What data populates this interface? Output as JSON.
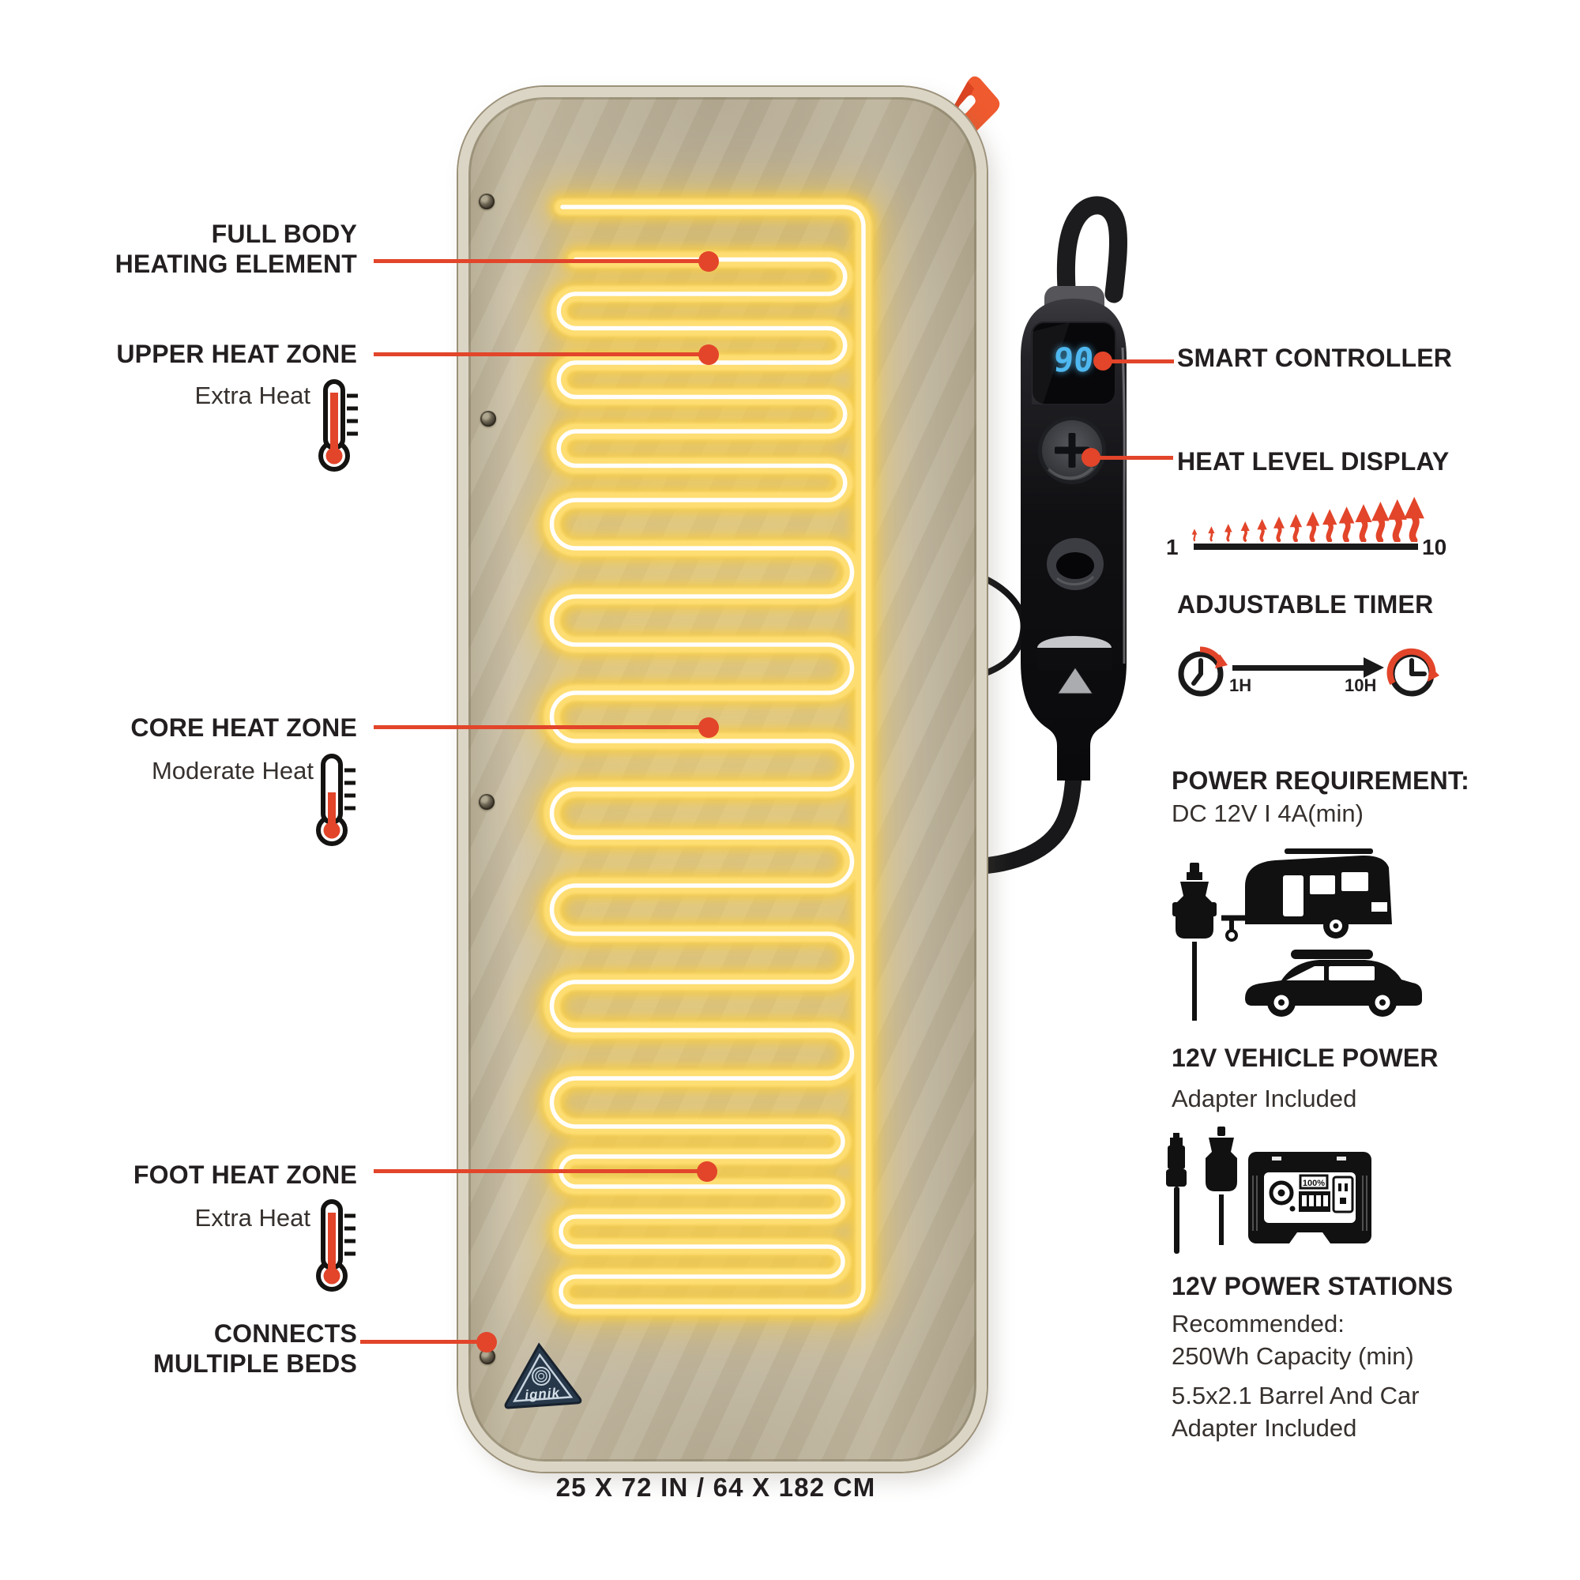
{
  "colors": {
    "accent": "#E2452A",
    "tag": "#EF5A2E",
    "pad_tan": "#CCC2AA",
    "element_yellow": "#F8CE45",
    "wire_white": "#FFFFFF",
    "display_blue": "#4FB8F0",
    "ink": "#231F20"
  },
  "pad": {
    "brand": "ignik",
    "dimensions": "25 X 72 IN / 64 X 182 CM"
  },
  "controller": {
    "heat_level": "90"
  },
  "callouts": {
    "full_body_1": "FULL BODY",
    "full_body_2": "HEATING ELEMENT",
    "upper_zone": "UPPER HEAT ZONE",
    "upper_sub": "Extra Heat",
    "core_zone": "CORE HEAT ZONE",
    "core_sub": "Moderate Heat",
    "foot_zone": "FOOT HEAT ZONE",
    "foot_sub": "Extra Heat",
    "connects_1": "CONNECTS",
    "connects_2": "MULTIPLE BEDS",
    "smart_controller": "SMART CONTROLLER",
    "heat_level_display": "HEAT LEVEL DISPLAY"
  },
  "heat_scale": {
    "min": "1",
    "max": "10",
    "flame_count": 14
  },
  "timer": {
    "title": "ADJUSTABLE TIMER",
    "from": "1H",
    "to": "10H"
  },
  "power_requirement": {
    "title": "POWER REQUIREMENT:",
    "value": "DC 12V I 4A(min)"
  },
  "vehicle_power": {
    "title": "12V VEHICLE POWER",
    "subtitle": "Adapter Included"
  },
  "power_stations": {
    "title": "12V POWER STATIONS",
    "line1": "Recommended:",
    "line2": "250Wh Capacity (min)",
    "line3": "5.5x2.1 Barrel And Car",
    "line4": "Adapter Included",
    "charge": "100%"
  }
}
